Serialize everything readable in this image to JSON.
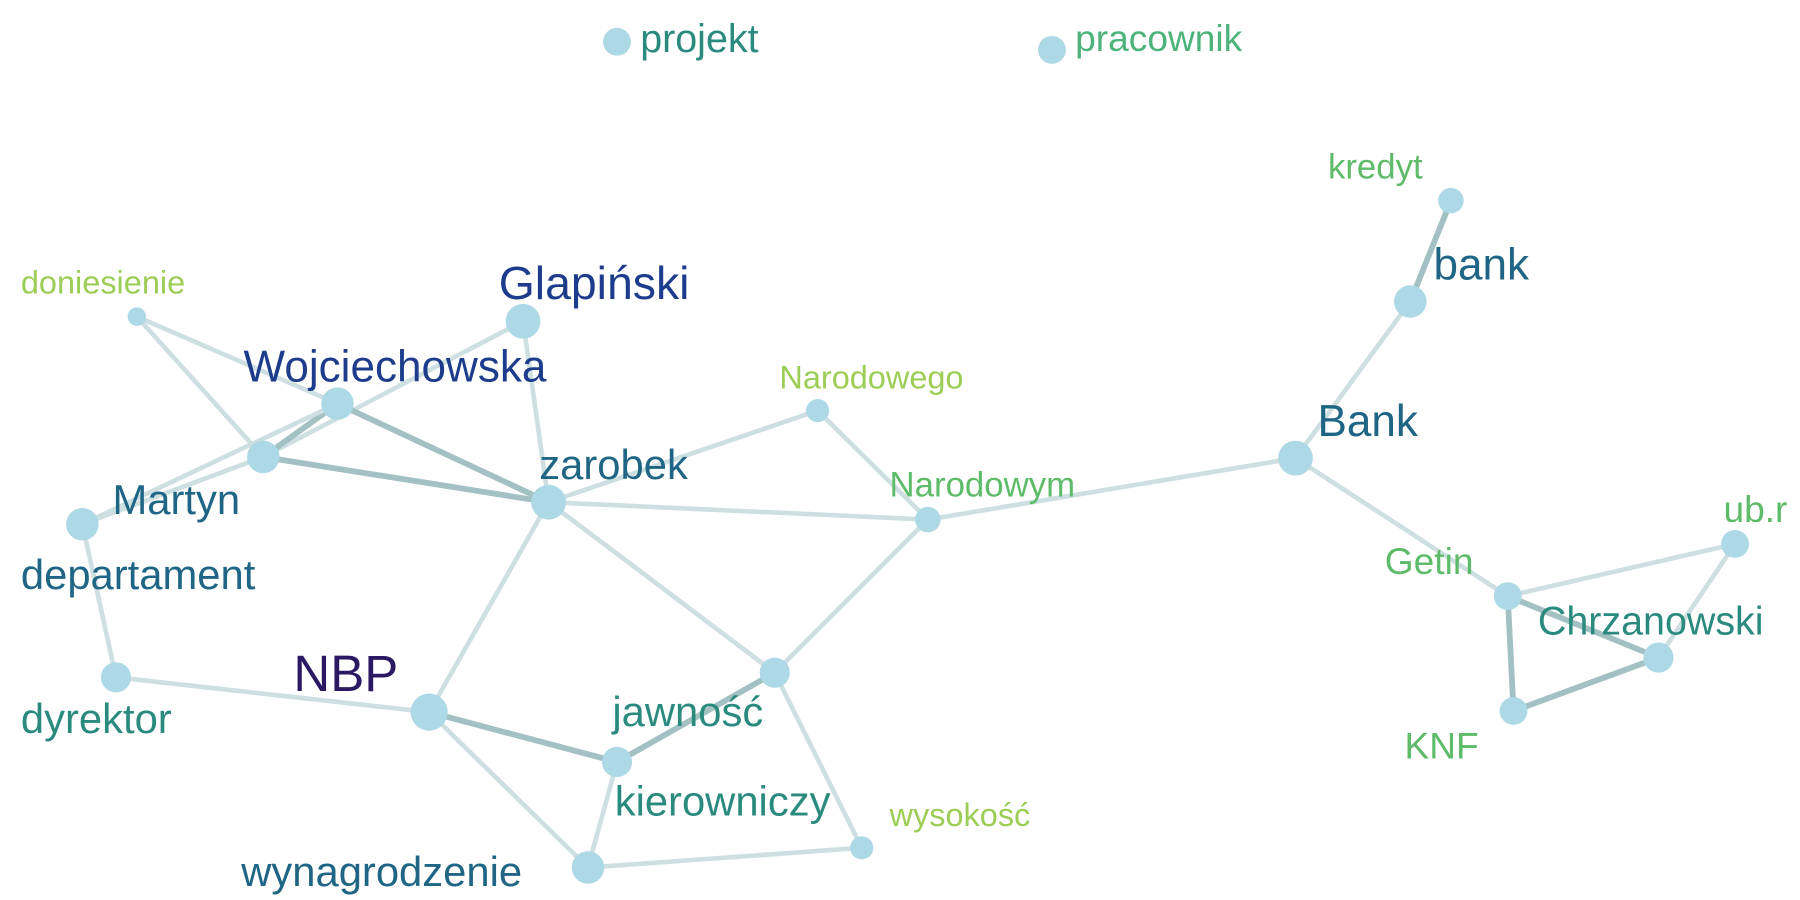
{
  "colors": {
    "node": "#add8e6",
    "edge_light": "#cddfe0",
    "edge_dark": "#a3c0c2"
  },
  "legend": [
    {
      "label": "projekt",
      "color": "#2a8a7e"
    },
    {
      "label": "pracownik",
      "color": "#4cb37a"
    }
  ],
  "nodes": [
    {
      "id": "glapinski",
      "label": "Glapiński",
      "color": "#1d3c8c"
    },
    {
      "id": "wojciechowska",
      "label": "Wojciechowska",
      "color": "#1d3c8c"
    },
    {
      "id": "doniesienie",
      "label": "doniesienie",
      "color": "#9ccd55"
    },
    {
      "id": "martyn",
      "label": "Martyn",
      "color": "#1f6585"
    },
    {
      "id": "departament",
      "label": "departament",
      "color": "#1f6585"
    },
    {
      "id": "dyrektor",
      "label": "dyrektor",
      "color": "#2a8a7e"
    },
    {
      "id": "zarobek",
      "label": "zarobek",
      "color": "#1f6585"
    },
    {
      "id": "narodowego",
      "label": "Narodowego",
      "color": "#9ccd55"
    },
    {
      "id": "narodowym",
      "label": "Narodowym",
      "color": "#5dbb69"
    },
    {
      "id": "nbp",
      "label": "NBP",
      "color": "#2b1a63"
    },
    {
      "id": "jawnosc",
      "label": "jawność",
      "color": "#2a8a7e"
    },
    {
      "id": "kierowniczy",
      "label": "kierowniczy",
      "color": "#2a8a7e"
    },
    {
      "id": "wynagrodzenie",
      "label": "wynagrodzenie",
      "color": "#1f6585"
    },
    {
      "id": "wysokosc",
      "label": "wysokość",
      "color": "#9ccd55"
    },
    {
      "id": "bank_upper",
      "label": "Bank",
      "color": "#1f6585"
    },
    {
      "id": "bank_lower",
      "label": "bank",
      "color": "#1f6585"
    },
    {
      "id": "kredyt",
      "label": "kredyt",
      "color": "#5dbb69"
    },
    {
      "id": "getin",
      "label": "Getin",
      "color": "#5dbb69"
    },
    {
      "id": "ubr",
      "label": "ub.r",
      "color": "#5dbb69"
    },
    {
      "id": "chrzanowski",
      "label": "Chrzanowski",
      "color": "#2a8a7e"
    },
    {
      "id": "knf",
      "label": "KNF",
      "color": "#5dbb69"
    }
  ],
  "edges": [
    {
      "source": "doniesienie",
      "target": "wojciechowska",
      "strength": "weak"
    },
    {
      "source": "doniesienie",
      "target": "martyn",
      "strength": "weak"
    },
    {
      "source": "glapinski",
      "target": "martyn",
      "strength": "weak"
    },
    {
      "source": "glapinski",
      "target": "zarobek",
      "strength": "weak"
    },
    {
      "source": "wojciechowska",
      "target": "martyn",
      "strength": "strong"
    },
    {
      "source": "wojciechowska",
      "target": "zarobek",
      "strength": "strong"
    },
    {
      "source": "wojciechowska",
      "target": "departament",
      "strength": "weak"
    },
    {
      "source": "martyn",
      "target": "zarobek",
      "strength": "strong"
    },
    {
      "source": "martyn",
      "target": "departament",
      "strength": "weak"
    },
    {
      "source": "departament",
      "target": "dyrektor",
      "strength": "weak"
    },
    {
      "source": "dyrektor",
      "target": "nbp",
      "strength": "weak"
    },
    {
      "source": "zarobek",
      "target": "narodowego",
      "strength": "weak"
    },
    {
      "source": "zarobek",
      "target": "narodowym",
      "strength": "weak"
    },
    {
      "source": "zarobek",
      "target": "nbp",
      "strength": "weak"
    },
    {
      "source": "zarobek",
      "target": "jawnosc",
      "strength": "weak"
    },
    {
      "source": "narodowego",
      "target": "narodowym",
      "strength": "weak"
    },
    {
      "source": "narodowym",
      "target": "jawnosc",
      "strength": "weak"
    },
    {
      "source": "narodowym",
      "target": "bank_upper",
      "strength": "weak"
    },
    {
      "source": "nbp",
      "target": "kierowniczy",
      "strength": "strong"
    },
    {
      "source": "nbp",
      "target": "wynagrodzenie",
      "strength": "weak"
    },
    {
      "source": "jawnosc",
      "target": "kierowniczy",
      "strength": "strong"
    },
    {
      "source": "jawnosc",
      "target": "wysokosc",
      "strength": "weak"
    },
    {
      "source": "kierowniczy",
      "target": "wynagrodzenie",
      "strength": "weak"
    },
    {
      "source": "wynagrodzenie",
      "target": "wysokosc",
      "strength": "weak"
    },
    {
      "source": "bank_upper",
      "target": "bank_lower",
      "strength": "weak"
    },
    {
      "source": "bank_lower",
      "target": "kredyt",
      "strength": "strong"
    },
    {
      "source": "bank_upper",
      "target": "getin",
      "strength": "weak"
    },
    {
      "source": "getin",
      "target": "ubr",
      "strength": "weak"
    },
    {
      "source": "getin",
      "target": "chrzanowski",
      "strength": "strong"
    },
    {
      "source": "getin",
      "target": "knf",
      "strength": "strong"
    },
    {
      "source": "ubr",
      "target": "chrzanowski",
      "strength": "weak"
    },
    {
      "source": "chrzanowski",
      "target": "knf",
      "strength": "strong"
    }
  ]
}
